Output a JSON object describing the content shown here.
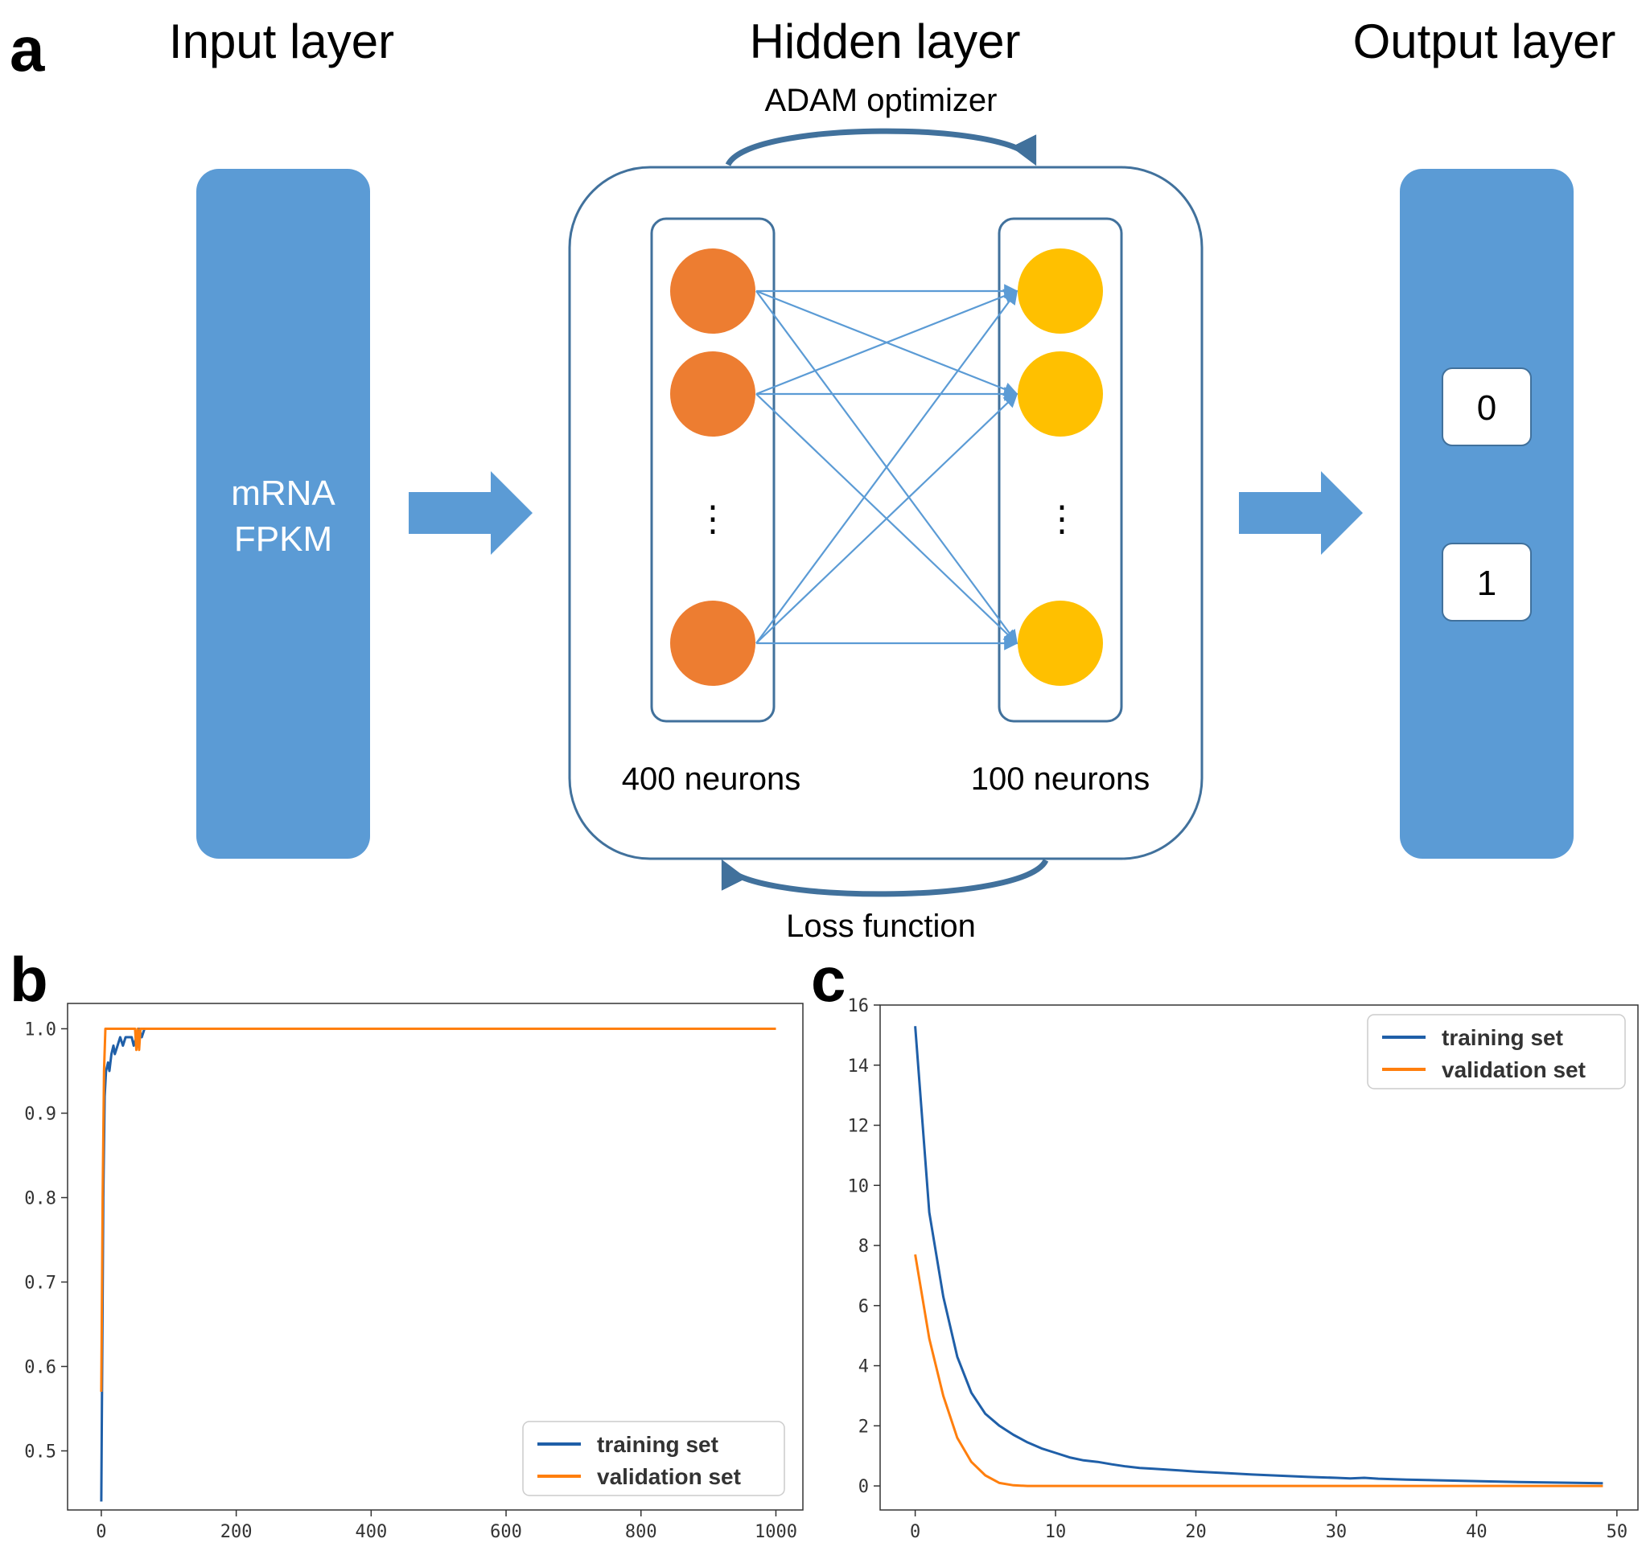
{
  "panel_a": {
    "letter": "a",
    "input_title": "Input layer",
    "hidden_title": "Hidden layer",
    "output_title": "Output layer",
    "optimizer_label": "ADAM optimizer",
    "loss_label": "Loss function",
    "input_box_line1": "mRNA",
    "input_box_line2": "FPKM",
    "left_neurons_label": "400 neurons",
    "right_neurons_label": "100 neurons",
    "left_ellipsis": "⋮",
    "right_ellipsis": "⋮",
    "output_values": [
      "0",
      "1"
    ],
    "colors": {
      "layer_block": "#5b9bd5",
      "input_neuron": "#ed7d31",
      "hidden_neuron": "#ffc000",
      "connection": "#5b9bd5",
      "frame": "#41719c"
    }
  },
  "chart_data": [
    {
      "panel": "b",
      "type": "line",
      "title": "",
      "xlabel": "",
      "ylabel": "",
      "xlim": [
        -50,
        1040
      ],
      "ylim": [
        0.43,
        1.03
      ],
      "xticks": [
        0,
        200,
        400,
        600,
        800,
        1000
      ],
      "yticks": [
        0.5,
        0.6,
        0.7,
        0.8,
        0.9,
        1.0
      ],
      "xtick_labels": [
        "0",
        "200",
        "400",
        "600",
        "800",
        "1000"
      ],
      "ytick_labels": [
        "0.5",
        "0.6",
        "0.7",
        "0.8",
        "0.9",
        "1.0"
      ],
      "legend_position": "lower-right",
      "series": [
        {
          "name": "training set",
          "color": "#1f5fa8",
          "points": [
            [
              0,
              0.44
            ],
            [
              1,
              0.57
            ],
            [
              3,
              0.8
            ],
            [
              5,
              0.92
            ],
            [
              7,
              0.95
            ],
            [
              10,
              0.96
            ],
            [
              12,
              0.95
            ],
            [
              15,
              0.97
            ],
            [
              18,
              0.98
            ],
            [
              20,
              0.97
            ],
            [
              24,
              0.98
            ],
            [
              28,
              0.99
            ],
            [
              32,
              0.98
            ],
            [
              36,
              0.99
            ],
            [
              40,
              0.99
            ],
            [
              45,
              0.99
            ],
            [
              48,
              0.98
            ],
            [
              52,
              0.99
            ],
            [
              56,
              1.0
            ],
            [
              60,
              0.99
            ],
            [
              64,
              1.0
            ],
            [
              1000,
              1.0
            ]
          ]
        },
        {
          "name": "validation set",
          "color": "#ff7f0e",
          "points": [
            [
              0,
              0.57
            ],
            [
              2,
              0.8
            ],
            [
              4,
              0.95
            ],
            [
              6,
              1.0
            ],
            [
              50,
              1.0
            ],
            [
              52,
              0.975
            ],
            [
              54,
              1.0
            ],
            [
              56,
              0.975
            ],
            [
              58,
              1.0
            ],
            [
              1000,
              1.0
            ]
          ]
        }
      ]
    },
    {
      "panel": "c",
      "type": "line",
      "title": "",
      "xlabel": "",
      "ylabel": "",
      "xlim": [
        -2.5,
        51.5
      ],
      "ylim": [
        -0.8,
        16
      ],
      "xticks": [
        0,
        10,
        20,
        30,
        40,
        50
      ],
      "yticks": [
        0,
        2,
        4,
        6,
        8,
        10,
        12,
        14,
        16
      ],
      "xtick_labels": [
        "0",
        "10",
        "20",
        "30",
        "40",
        "50"
      ],
      "ytick_labels": [
        "0",
        "2",
        "4",
        "6",
        "8",
        "10",
        "12",
        "14",
        "16"
      ],
      "legend_position": "top-right",
      "series": [
        {
          "name": "training set",
          "color": "#1f5fa8",
          "points": [
            [
              0,
              15.3
            ],
            [
              1,
              9.1
            ],
            [
              2,
              6.3
            ],
            [
              3,
              4.3
            ],
            [
              4,
              3.1
            ],
            [
              5,
              2.4
            ],
            [
              6,
              2.0
            ],
            [
              7,
              1.7
            ],
            [
              8,
              1.45
            ],
            [
              9,
              1.25
            ],
            [
              10,
              1.1
            ],
            [
              11,
              0.95
            ],
            [
              12,
              0.85
            ],
            [
              13,
              0.8
            ],
            [
              14,
              0.72
            ],
            [
              15,
              0.65
            ],
            [
              16,
              0.6
            ],
            [
              17,
              0.57
            ],
            [
              18,
              0.54
            ],
            [
              19,
              0.51
            ],
            [
              20,
              0.48
            ],
            [
              22,
              0.43
            ],
            [
              24,
              0.38
            ],
            [
              26,
              0.34
            ],
            [
              28,
              0.3
            ],
            [
              30,
              0.27
            ],
            [
              31,
              0.25
            ],
            [
              32,
              0.27
            ],
            [
              33,
              0.24
            ],
            [
              35,
              0.21
            ],
            [
              37,
              0.19
            ],
            [
              40,
              0.16
            ],
            [
              43,
              0.13
            ],
            [
              46,
              0.11
            ],
            [
              49,
              0.09
            ]
          ]
        },
        {
          "name": "validation set",
          "color": "#ff7f0e",
          "points": [
            [
              0,
              7.7
            ],
            [
              1,
              4.9
            ],
            [
              2,
              3.0
            ],
            [
              3,
              1.6
            ],
            [
              4,
              0.8
            ],
            [
              5,
              0.35
            ],
            [
              6,
              0.1
            ],
            [
              7,
              0.02
            ],
            [
              8,
              0.0
            ],
            [
              10,
              0.0
            ],
            [
              20,
              0.0
            ],
            [
              30,
              0.0
            ],
            [
              40,
              0.0
            ],
            [
              49,
              0.0
            ]
          ]
        }
      ]
    }
  ],
  "panel_b": {
    "letter": "b"
  },
  "panel_c": {
    "letter": "c"
  }
}
